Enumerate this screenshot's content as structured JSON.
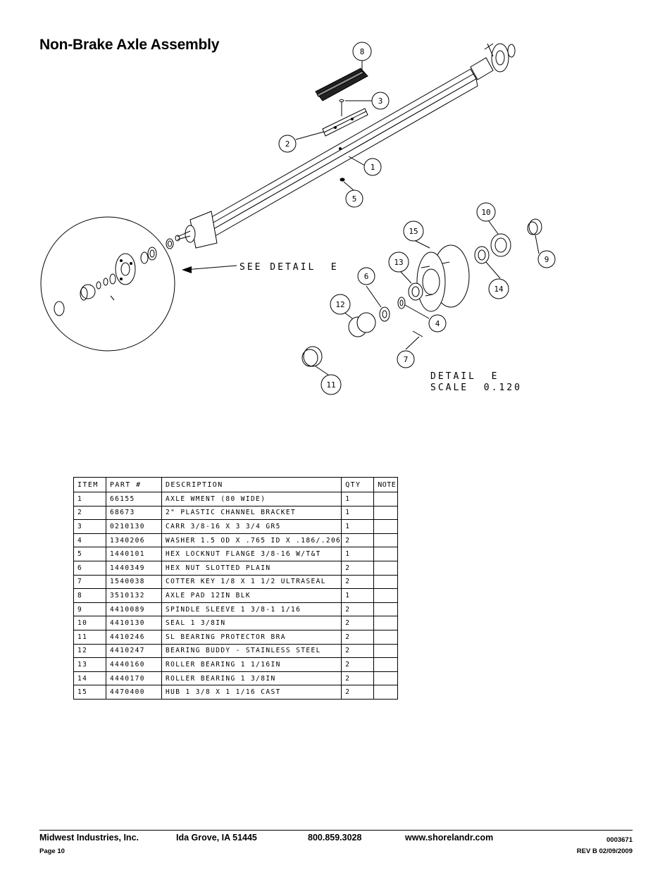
{
  "page": {
    "title": "Non-Brake Axle Assembly",
    "detail_callout": "SEE DETAIL  E",
    "detail_title": "DETAIL  E",
    "detail_scale": "SCALE  0.120"
  },
  "balloons": {
    "b1": "1",
    "b2": "2",
    "b3": "3",
    "b4": "4",
    "b5": "5",
    "b6": "6",
    "b7": "7",
    "b8": "8",
    "b9": "9",
    "b10": "10",
    "b11": "11",
    "b12": "12",
    "b13": "13",
    "b14": "14",
    "b15": "15"
  },
  "parts_table": {
    "headers": {
      "item": "ITEM",
      "part": "PART #",
      "description": "DESCRIPTION",
      "qty": "QTY",
      "note": "NOTE"
    },
    "rows": [
      {
        "item": "1",
        "part": "66155",
        "description": "AXLE WMENT (80 WIDE)",
        "qty": "1",
        "note": ""
      },
      {
        "item": "2",
        "part": "68673",
        "description": "2\" PLASTIC CHANNEL BRACKET",
        "qty": "1",
        "note": ""
      },
      {
        "item": "3",
        "part": "0210130",
        "description": "CARR 3/8-16 X 3 3/4 GR5",
        "qty": "1",
        "note": ""
      },
      {
        "item": "4",
        "part": "1340206",
        "description": "WASHER 1.5 OD X .765 ID X .186/.206",
        "qty": "2",
        "note": ""
      },
      {
        "item": "5",
        "part": "1440101",
        "description": "HEX LOCKNUT FLANGE 3/8-16 W/T&T",
        "qty": "1",
        "note": ""
      },
      {
        "item": "6",
        "part": "1440349",
        "description": "HEX NUT SLOTTED PLAIN",
        "qty": "2",
        "note": ""
      },
      {
        "item": "7",
        "part": "1540038",
        "description": "COTTER KEY 1/8 X 1 1/2 ULTRASEAL",
        "qty": "2",
        "note": ""
      },
      {
        "item": "8",
        "part": "3510132",
        "description": "AXLE PAD 12IN  BLK",
        "qty": "1",
        "note": ""
      },
      {
        "item": "9",
        "part": "4410089",
        "description": "SPINDLE SLEEVE  1 3/8-1 1/16",
        "qty": "2",
        "note": ""
      },
      {
        "item": "10",
        "part": "4410130",
        "description": "SEAL  1 3/8IN",
        "qty": "2",
        "note": ""
      },
      {
        "item": "11",
        "part": "4410246",
        "description": "SL BEARING PROTECTOR BRA",
        "qty": "2",
        "note": ""
      },
      {
        "item": "12",
        "part": "4410247",
        "description": "BEARING BUDDY - STAINLESS STEEL",
        "qty": "2",
        "note": ""
      },
      {
        "item": "13",
        "part": "4440160",
        "description": "ROLLER BEARING   1 1/16IN",
        "qty": "2",
        "note": ""
      },
      {
        "item": "14",
        "part": "4440170",
        "description": "ROLLER BEARING   1 3/8IN",
        "qty": "2",
        "note": ""
      },
      {
        "item": "15",
        "part": "4470400",
        "description": "HUB   1 3/8 X 1 1/16 CAST",
        "qty": "2",
        "note": ""
      }
    ]
  },
  "footer": {
    "company": "Midwest Industries, Inc.",
    "city": "Ida Grove, IA  51445",
    "phone": "800.859.3028",
    "website": "www.shorelandr.com",
    "doc_number": "0003671",
    "page": "Page 10",
    "revision": "REV B  02/09/2009"
  }
}
